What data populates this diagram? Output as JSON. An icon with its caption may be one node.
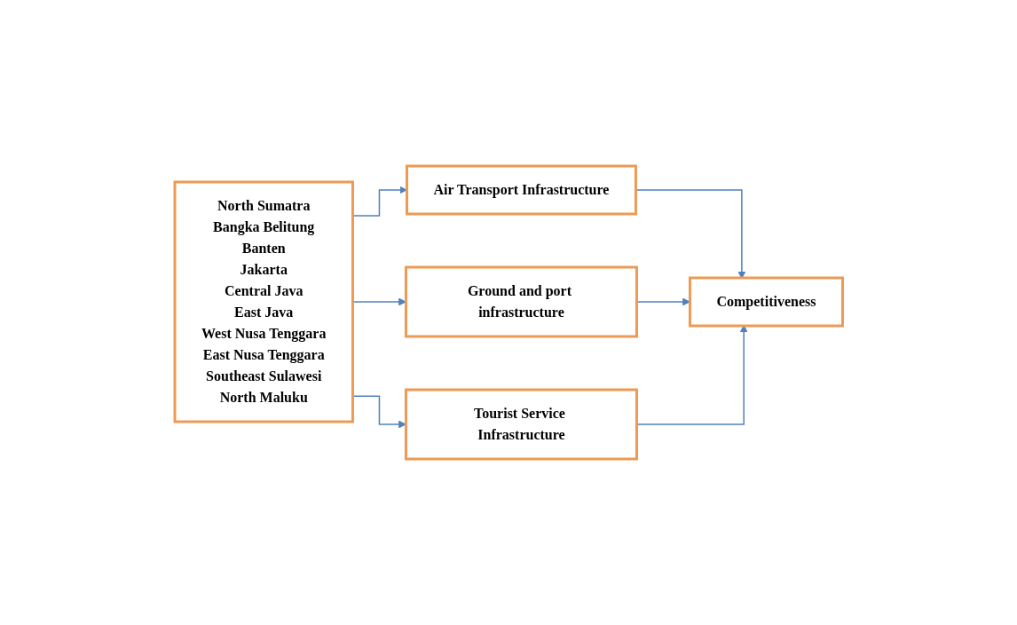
{
  "diagram": {
    "nodes": [
      {
        "text": [
          "North Sumatra",
          "Bangka Belitung",
          "Banten",
          "Jakarta",
          "Central Java",
          "East Java",
          "West Nusa Tenggara",
          "East Nusa Tenggara",
          "Southeast Sulawesi",
          "North Maluku"
        ]
      },
      {
        "text": [
          "Air Transport Infrastructure"
        ]
      },
      {
        "text": [
          "Ground and port infrastructure"
        ]
      },
      {
        "text": [
          "Tourist Service Infrastructure"
        ]
      },
      {
        "text": [
          "Competitiveness"
        ]
      }
    ],
    "edges": [
      {
        "from": 0,
        "to": 1,
        "arrow": "to"
      },
      {
        "from": 0,
        "to": 2,
        "arrow": "to"
      },
      {
        "from": 0,
        "to": 3,
        "arrow": "to"
      },
      {
        "from": 1,
        "to": 4,
        "arrow": "to"
      },
      {
        "from": 2,
        "to": 4,
        "arrow": "to"
      },
      {
        "from": 3,
        "to": 4,
        "arrow": "to"
      }
    ]
  }
}
